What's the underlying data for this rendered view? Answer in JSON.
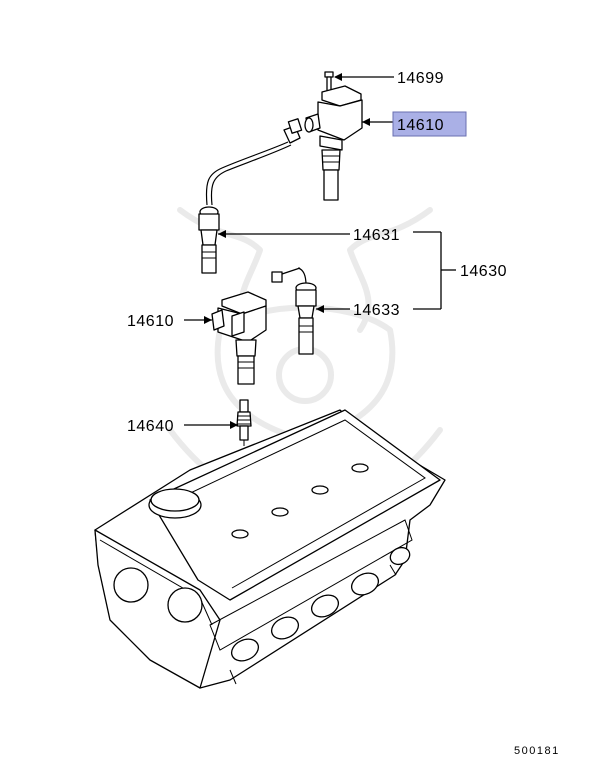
{
  "diagram": {
    "callouts": [
      {
        "id": "c1",
        "label": "14699",
        "highlighted": false
      },
      {
        "id": "c2",
        "label": "14610",
        "highlighted": true
      },
      {
        "id": "c3",
        "label": "14631",
        "highlighted": false
      },
      {
        "id": "c4",
        "label": "14630",
        "highlighted": false
      },
      {
        "id": "c5",
        "label": "14633",
        "highlighted": false
      },
      {
        "id": "c6",
        "label": "14610",
        "highlighted": false
      },
      {
        "id": "c7",
        "label": "14640",
        "highlighted": false
      }
    ],
    "figure_number": "500181",
    "highlight_color": "#aab0e6",
    "highlight_border": "#6a6fb0",
    "watermark_color": "#e8e8e8"
  }
}
